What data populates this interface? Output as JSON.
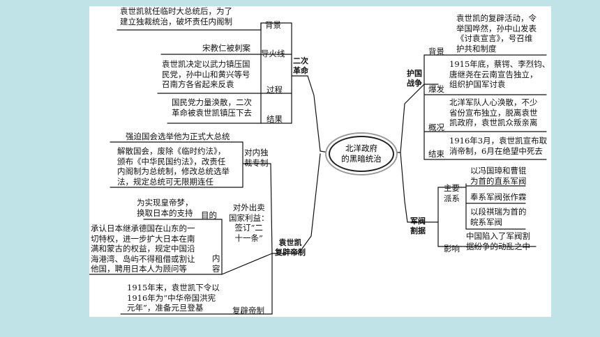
{
  "center": {
    "line1": "北洋政府",
    "line2": "的黑暗统治"
  },
  "left": {
    "second_revolution": {
      "label_line1": "二次",
      "label_line2": "革命",
      "branches": {
        "background": {
          "label": "背景",
          "text": [
            "袁世凯就任临时大总统后，为了",
            "建立独裁统治，破坏责任内阁制"
          ]
        },
        "trigger": {
          "label": "导火线",
          "text": [
            "宋教仁被刺案"
          ]
        },
        "process": {
          "label": "过程",
          "text": [
            "袁世凯决定以武力镇压国",
            "民党，孙中山和黄兴等号",
            "召南方各省起来反袁"
          ]
        },
        "result": {
          "label": "结果",
          "text": [
            "国民党力量涣散，二次",
            "革命被袁世凯镇压下去"
          ]
        }
      }
    },
    "yuan_restoration": {
      "label_line1": "袁世凯",
      "label_line2": "复辟帝制",
      "domestic": {
        "label_line1": "对内独",
        "label_line2": "裁专制",
        "items": [
          [
            "强迫国会选举他为正式大总统"
          ],
          [
            "解散国会，废除《临时约法》，",
            "颁布《中华民国约法》，改责任",
            "内阁制为总统制，修改总统选举",
            "法，规定总统可无限期连任"
          ]
        ]
      },
      "foreign": {
        "label": [
          "对外出卖",
          "国家利益：",
          "签订“二",
          "十一条”"
        ],
        "purpose": {
          "label": "目的",
          "text": [
            "为实现皇帝梦，",
            "换取日本的支持"
          ]
        },
        "content": {
          "label_line1": "内",
          "label_line2": "容",
          "text": [
            "承认日本继承德国在山东的一",
            "切特权，进一步扩大日本在南",
            "满和蒙古的权益，规定中国沿",
            "海港湾、岛屿不得租借或割让",
            "他国，聘用日本人为顾问等"
          ]
        }
      },
      "restore": {
        "label": "复辟帝制",
        "text": [
          "1915年末，袁世凯下令以",
          "1916年为“中华帝国洪宪",
          "元年”，准备元旦登基"
        ]
      }
    }
  },
  "right": {
    "national_protection": {
      "label_line1": "护国",
      "label_line2": "战争",
      "branches": {
        "background": {
          "label": "背景",
          "text": [
            "袁世凯的复辟活动，令",
            "举国哗然，孙中山发表",
            "《讨袁宣言》，号召维",
            "护共和制度"
          ]
        },
        "outbreak": {
          "label": "爆发",
          "text": [
            "1915年底，蔡锷、李烈钧、",
            "唐继尧在云南宣告独立，",
            "组织护国军讨袁"
          ]
        },
        "overview": {
          "label": "概况",
          "text": [
            "北洋军队人心涣散，不少",
            "省份宣布独立，脱离袁世",
            "凯政府，袁世凯众叛亲离"
          ]
        },
        "end": {
          "label": "结束",
          "text": [
            "1916年3月，袁世凯宣布取",
            "消帝制，6月在绝望中死去"
          ]
        }
      }
    },
    "warlords": {
      "label_line1": "军阀",
      "label_line2": "割据",
      "factions": {
        "label_line1": "主要",
        "label_line2": "派系",
        "items": [
          [
            "以冯国璋和曹锟",
            "为首的直系军阀"
          ],
          [
            "奉系军阀张作霖"
          ],
          [
            "以段祺瑞为首的",
            "皖系军阀"
          ]
        ]
      },
      "impact": {
        "label": "影响",
        "text": [
          "中国陷入了军阀割",
          "据纷争的动乱之中"
        ]
      }
    }
  }
}
